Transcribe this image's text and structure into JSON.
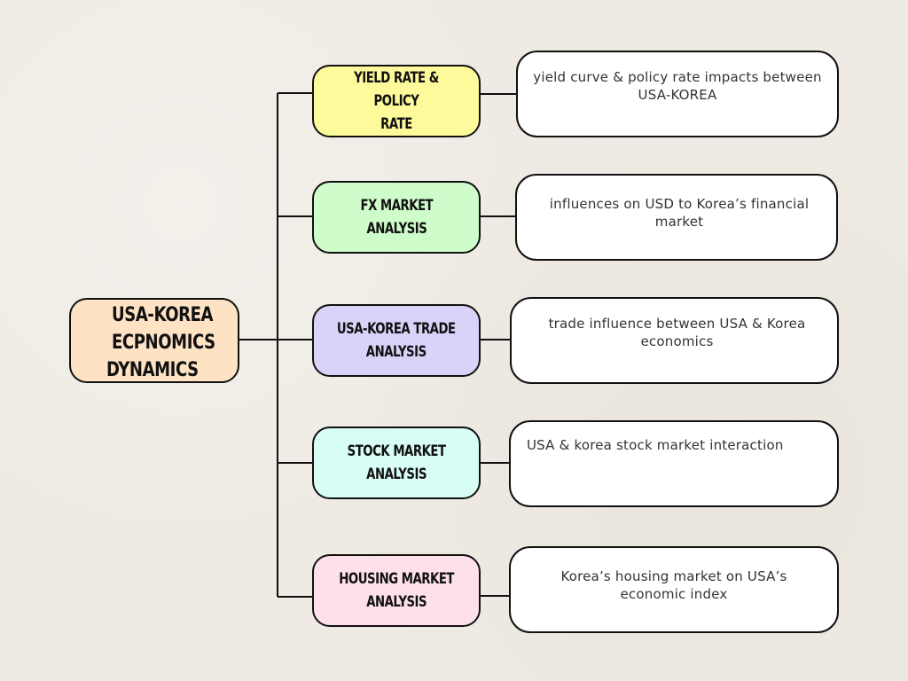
{
  "diagram": {
    "type": "mind-map",
    "root": {
      "label_lines": [
        "USA-KOREA",
        "ECPNOMICS",
        "DYNAMICS"
      ],
      "color": "#fde3c4"
    },
    "branches": [
      {
        "label": "YIELD RATE & POLICY\nRATE",
        "color": "#fdfa9b",
        "description": "yield curve & policy rate impacts between USA-KOREA"
      },
      {
        "label": "FX MARKET\nANALYSIS",
        "color": "#cffccb",
        "description": "influences  on USD to Korea’s financial market"
      },
      {
        "label": "USA-KOREA TRADE\nANALYSIS",
        "color": "#d9d3f9",
        "description": "trade influence between USA & Korea economics"
      },
      {
        "label": "STOCK MARKET\nANALYSIS",
        "color": "#d8fdf5",
        "description": "USA & korea stock market interaction"
      },
      {
        "label": "HOUSING MARKET\nANALYSIS",
        "color": "#fde0ea",
        "description": "Korea’s housing market on USA’s economic index"
      }
    ]
  }
}
